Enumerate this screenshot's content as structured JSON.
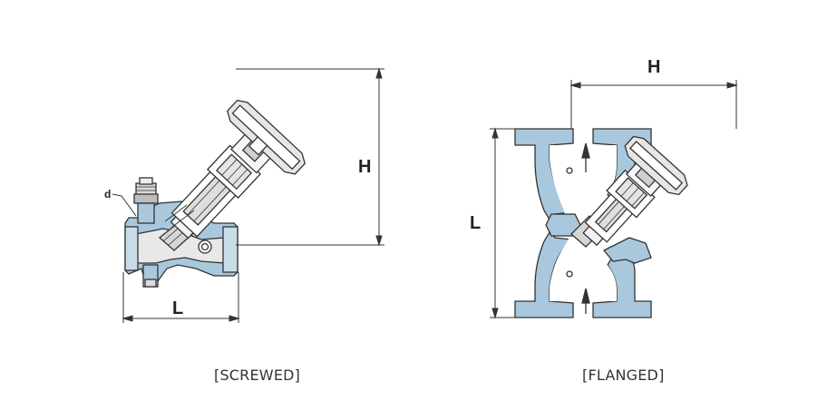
{
  "screwed": {
    "caption": "[SCREWED]",
    "label_d": "d",
    "label_H": "H",
    "label_L": "L"
  },
  "flanged": {
    "caption": "[FLANGED]",
    "label_H": "H",
    "label_L": "L"
  },
  "colors": {
    "body_fill": "#a9c8dd",
    "line": "#333333",
    "inner": "#e8e8e8"
  }
}
